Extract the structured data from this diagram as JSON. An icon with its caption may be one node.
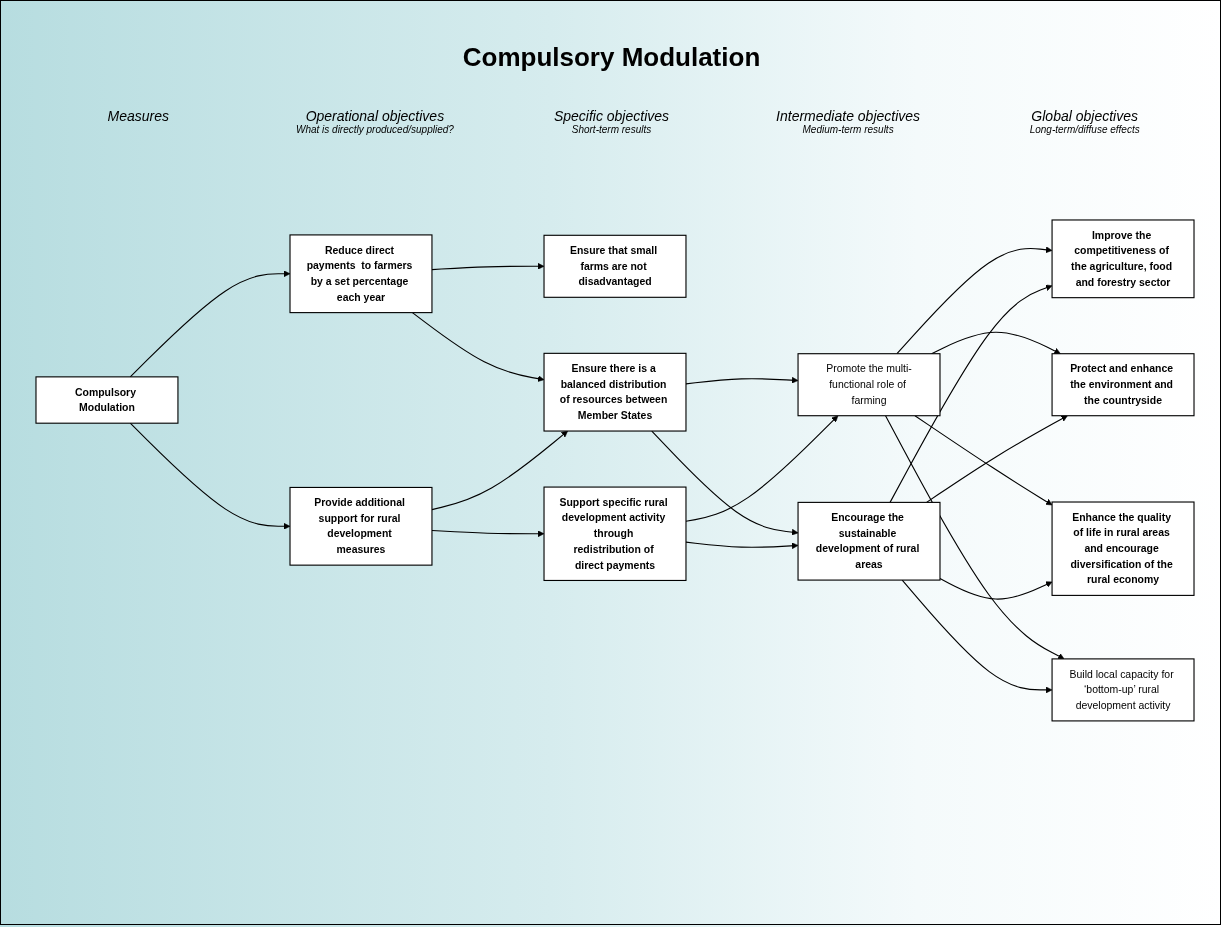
{
  "diagram": {
    "title": "Compulsory Modulation",
    "nodes": [
      {
        "text": [
          "Compulsory Modulation"
        ]
      },
      {
        "text": [
          "Reduce direct payments  to farmers by a set percentage each year"
        ]
      },
      {
        "text": [
          "Provide additional support for rural development measures"
        ]
      },
      {
        "text": [
          "Ensure that small farms are not disadvantaged"
        ]
      },
      {
        "text": [
          "Ensure there is a balanced distribution of resources between Member States"
        ]
      },
      {
        "text": [
          "Support specific rural development activity through redistribution of direct payments"
        ]
      },
      {
        "text": [
          "Promote the multi-functional role of farming"
        ]
      },
      {
        "text": [
          "Encourage the sustainable development of rural areas"
        ]
      },
      {
        "text": [
          "Improve the competitiveness of the agriculture, food and forestry sector"
        ]
      },
      {
        "text": [
          "Protect and enhance the environment and the countryside"
        ]
      },
      {
        "text": [
          "Enhance the quality of life in rural areas and encourage diversification of the rural economy"
        ]
      },
      {
        "text": [
          "Build local capacity for ‘bottom-up’ rural development activity"
        ]
      }
    ],
    "edges": [
      {
        "from": 0,
        "to": 1,
        "arrow": "to"
      },
      {
        "from": 0,
        "to": 2,
        "arrow": "to"
      },
      {
        "from": 1,
        "to": 3,
        "arrow": "to"
      },
      {
        "from": 1,
        "to": 4,
        "arrow": "to"
      },
      {
        "from": 2,
        "to": 4,
        "arrow": "to"
      },
      {
        "from": 2,
        "to": 5,
        "arrow": "to"
      },
      {
        "from": 4,
        "to": 6,
        "arrow": "to"
      },
      {
        "from": 4,
        "to": 7,
        "arrow": "to"
      },
      {
        "from": 5,
        "to": 6,
        "arrow": "to"
      },
      {
        "from": 5,
        "to": 7,
        "arrow": "to"
      },
      {
        "from": 6,
        "to": 8,
        "arrow": "to"
      },
      {
        "from": 6,
        "to": 9,
        "arrow": "to"
      },
      {
        "from": 6,
        "to": 10,
        "arrow": "to"
      },
      {
        "from": 6,
        "to": 11,
        "arrow": "to"
      },
      {
        "from": 7,
        "to": 8,
        "arrow": "to"
      },
      {
        "from": 7,
        "to": 9,
        "arrow": "to"
      },
      {
        "from": 7,
        "to": 10,
        "arrow": "to"
      },
      {
        "from": 7,
        "to": 11,
        "arrow": "to"
      }
    ],
    "labels": [
      "Measures",
      "Operational objectives",
      "What is directly produced/supplied?",
      "Specific objectives",
      "Short-term results",
      "Intermediate objectives",
      "Medium-term results",
      "Global objectives",
      "Long-term/diffuse effects"
    ]
  }
}
